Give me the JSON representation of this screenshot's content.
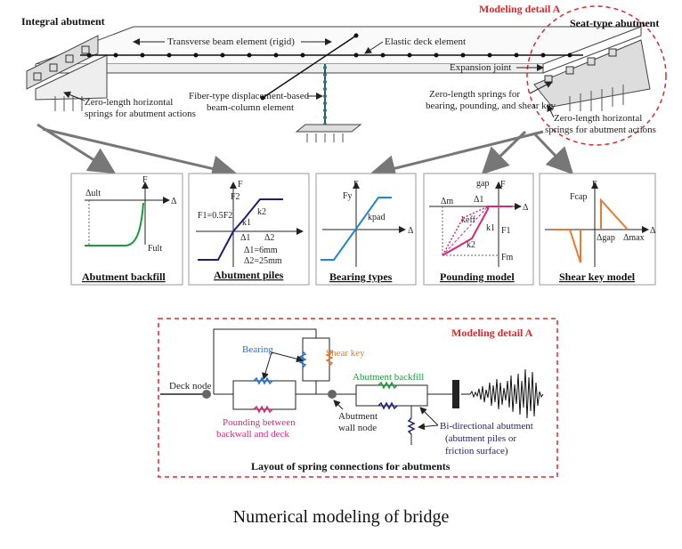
{
  "caption": "Numerical modeling of bridge",
  "bridge": {
    "integral_abutment": "Integral abutment",
    "modeling_detail": "Modeling detail A",
    "seat_abutment": "Seat-type abutment",
    "transverse_beam": "Transverse beam element (rigid)",
    "elastic_deck": "Elastic deck element",
    "expansion_joint": "Expansion joint",
    "zero_length_left_1": "Zero-length horizontal",
    "zero_length_left_2": "springs for abutment actions",
    "fiber_element_1": "Fiber-type displacement-based",
    "fiber_element_2": "beam-column element",
    "zero_length_springs_1": "Zero-length springs for",
    "zero_length_springs_2": "bearing, pounding, and shear key",
    "zero_length_right_1": "Zero-length horizontal",
    "zero_length_right_2": "springs for abutment actions"
  },
  "panels": {
    "backfill": {
      "title": "Abutment backfill",
      "f": "F",
      "delta": "Δ",
      "delta_ult": "Δult",
      "f_ult": "Fult"
    },
    "piles": {
      "title": "Abutment piles",
      "f": "F",
      "f2": "F2",
      "f1": "F1=0.5F2",
      "k1": "k1",
      "k2": "k2",
      "d1": "Δ1",
      "d2": "Δ2",
      "d1_value": "Δ1=6mm",
      "d2_value": "Δ2=25mm"
    },
    "bearing": {
      "title": "Bearing types",
      "f": "F",
      "fy": "Fy",
      "delta": "Δ",
      "kpad": "kpad"
    },
    "pounding": {
      "title": "Pounding model",
      "f": "F",
      "gap": "gap",
      "delta": "Δ",
      "dm": "Δm",
      "d1": "Δ1",
      "keff": "keff",
      "k1": "k1",
      "k2": "k2",
      "f1": "F1",
      "fm": "Fm"
    },
    "shearkey": {
      "title": "Shear key model",
      "f": "F",
      "fcap": "Fcap",
      "dgap": "Δgap",
      "dmax": "Δmax",
      "delta": "Δ"
    }
  },
  "detail": {
    "title": "Modeling detail A",
    "deck_node": "Deck node",
    "bearing": "Bearing",
    "shear_key": "Shear key",
    "backfill": "Abutment backfill",
    "pounding_1": "Pounding between",
    "pounding_2": "backwall and deck",
    "abut_node_1": "Abutment",
    "abut_node_2": "wall node",
    "bidir_1": "Bi-directional abutment",
    "bidir_2": "(abutment piles or",
    "bidir_3": "friction surface)",
    "layout_caption": "Layout of spring connections for abutments"
  }
}
